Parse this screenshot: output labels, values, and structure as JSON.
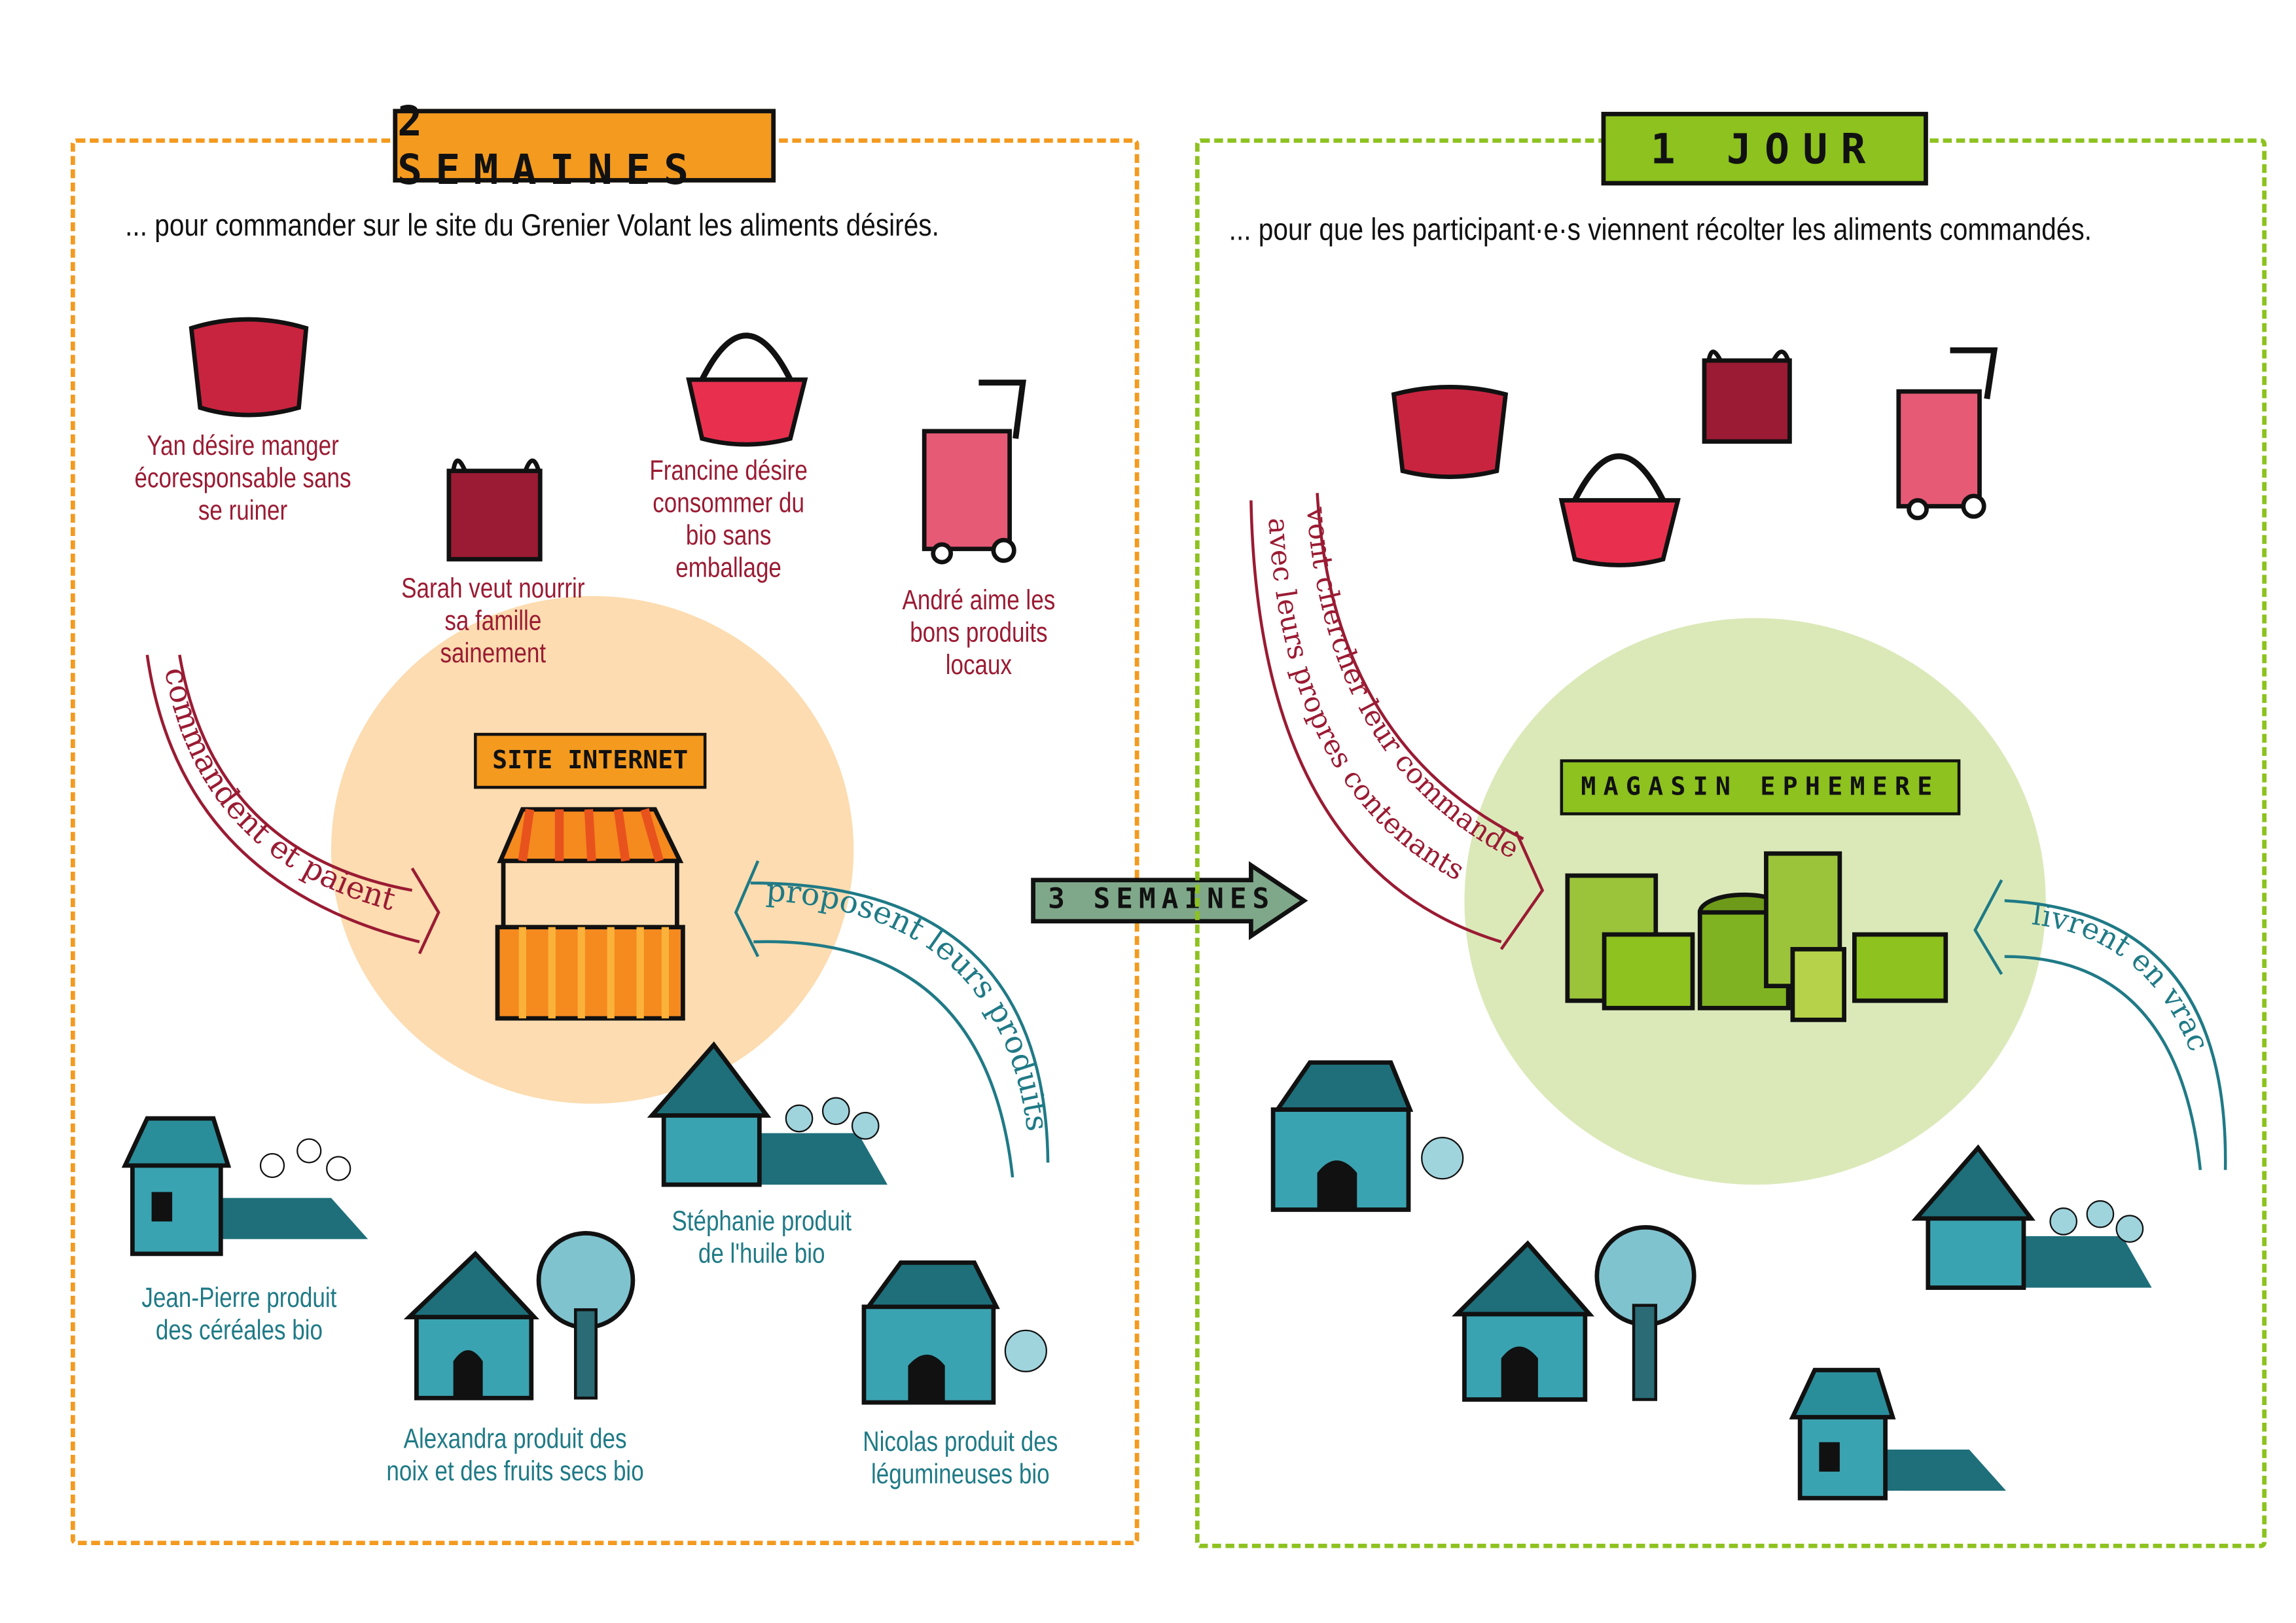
{
  "colors": {
    "orange": "#f39a1f",
    "green": "#8dc21f",
    "red": "#9a1b33",
    "teal": "#1f7a86",
    "peach": "#fcdcb0",
    "light_green": "#dbe9b9",
    "arrow_grey_green": "#7fa88a"
  },
  "left_panel": {
    "title": "2 SEMAINES",
    "subtitle": "... pour commander sur le site du Grenier Volant les aliments désirés.",
    "center_banner": "SITE INTERNET",
    "consumers": [
      {
        "name": "Yan",
        "text": "Yan désire manger écoresponsable sans se ruiner",
        "icon": "basket-icon"
      },
      {
        "name": "Sarah",
        "text": "Sarah veut nourrir sa famille sainement",
        "icon": "bag-icon"
      },
      {
        "name": "Francine",
        "text": "Francine désire consommer du bio sans emballage",
        "icon": "basket-handle-icon"
      },
      {
        "name": "André",
        "text": "André aime les bons produits locaux",
        "icon": "trolley-icon"
      }
    ],
    "producers": [
      {
        "name": "Jean-Pierre",
        "text": "Jean-Pierre produit des céréales bio"
      },
      {
        "name": "Stéphanie",
        "text": "Stéphanie produit de l'huile bio"
      },
      {
        "name": "Alexandra",
        "text": "Alexandra produit des noix et des fruits secs bio"
      },
      {
        "name": "Nicolas",
        "text": "Nicolas produit des légumineuses bio"
      }
    ],
    "arrow_consumers": "commandent et paient",
    "arrow_producers": "proposent leurs produits"
  },
  "transition": {
    "label": "3 SEMAINES"
  },
  "right_panel": {
    "title": "1 JOUR",
    "subtitle": "... pour que les participant·e·s viennent récolter les aliments commandés.",
    "center_banner": "MAGASIN EPHEMERE",
    "arrow_consumers_line1": "vont chercher leur commande",
    "arrow_consumers_line2": "avec leurs propres contenants",
    "arrow_producers": "livrent en vrac"
  }
}
